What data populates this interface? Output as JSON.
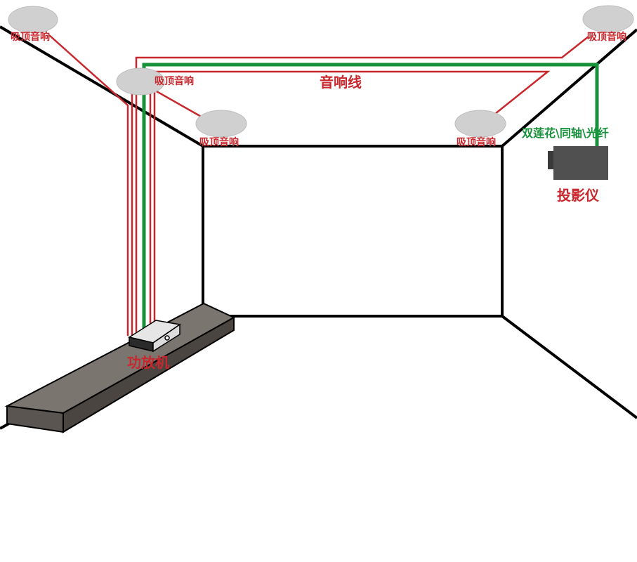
{
  "labels": {
    "speaker_top_left": "吸顶音响",
    "speaker_mid_left": "吸顶音响",
    "speaker_front_left": "吸顶音响",
    "speaker_front_right": "吸顶音响",
    "speaker_top_right": "吸顶音响",
    "speaker_cable": "音响线",
    "video_cable": "双莲花\\同轴\\光纤",
    "projector": "投影仪",
    "amplifier": "功放机"
  },
  "colors": {
    "speaker_wire": "#c8282d",
    "video_wire": "#17923a",
    "room_outline": "#000000",
    "speaker_fill": "#d0d0d0",
    "cabinet_fill": "#5a5550",
    "projector_fill": "#505050",
    "amplifier_fill": "#2a2a2a"
  }
}
